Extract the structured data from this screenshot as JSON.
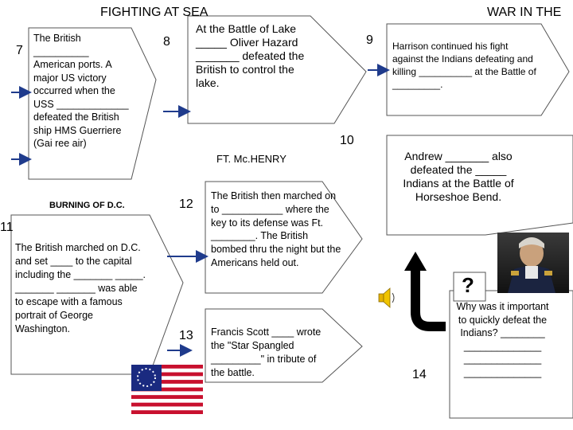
{
  "headers": {
    "fighting_at_sea": "FIGHTING AT SEA",
    "war_in_the": "WAR IN THE"
  },
  "numbers": {
    "n7": "7",
    "n8": "8",
    "n9": "9",
    "n10": "10",
    "n11": "11",
    "n12": "12",
    "n13": "13",
    "n14": "14"
  },
  "boxes": {
    "box7": "The British __________ American ports. A major US victory occurred when the USS _____________ defeated the British ship HMS Guerriere (Gai ree air)",
    "box8": "At the Battle of Lake _____ Oliver Hazard _______ defeated the British to control the lake.",
    "box9": "Harrison continued his fight against the Indians defeating and killing __________ at the Battle of _________.",
    "box10": "Andrew _______ also defeated the _____ Indians at the Battle of Horseshoe Bend.",
    "burning_title": "BURNING OF D.C.",
    "box11": "The British marched on D.C. and set ____ to the capital including the _______ _____. _______ _______ was able to escape with a famous portrait of George Washington.",
    "mchenry_title": "FT. Mc.HENRY",
    "box12": "The British then marched on to ___________ where the key to its defense was Ft. ________. The British bombed thru the night but the Americans held out.",
    "box13": "Francis Scott ____ wrote the \"Star Spangled _________\" in tribute of the battle.",
    "question_mark": "?",
    "box14": "Why was it important to quickly defeat the Indians? ________ ______________ ______________ ______________"
  },
  "colors": {
    "arrow_blue": "#1f3b8c",
    "flag_red": "#c8102e",
    "flag_blue": "#1a2a80",
    "box_stroke": "#555555"
  },
  "icons": [
    "speaker-icon",
    "curved-arrow-icon",
    "portrait-image",
    "flag-image",
    "vertical-watermark"
  ]
}
